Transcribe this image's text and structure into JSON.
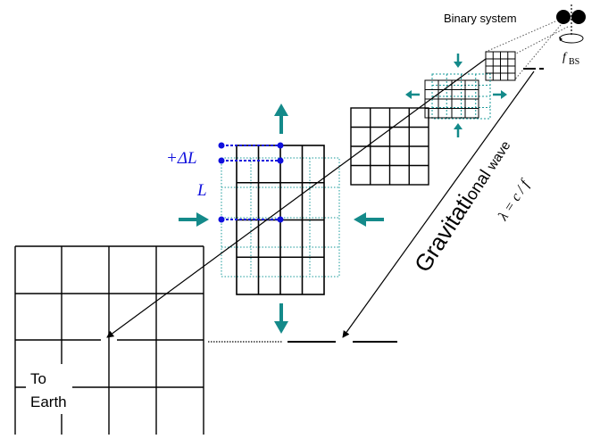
{
  "labels": {
    "binary_system": "Binary system",
    "f_main": "f",
    "f_sub": "BS",
    "delta_l": "+ΔL",
    "l": "L",
    "to_earth_line1": "To",
    "to_earth_line2": "Earth",
    "gw_big": "Gravitati",
    "gw_mid": "onal",
    "gw_small": "wave",
    "lambda_formula": "λ = c / f"
  },
  "colors": {
    "grid": "#000000",
    "dotted_grid": "#1a9a9a",
    "arrows": "#148a8a",
    "markers": "#1010dd",
    "background": "#ffffff"
  }
}
